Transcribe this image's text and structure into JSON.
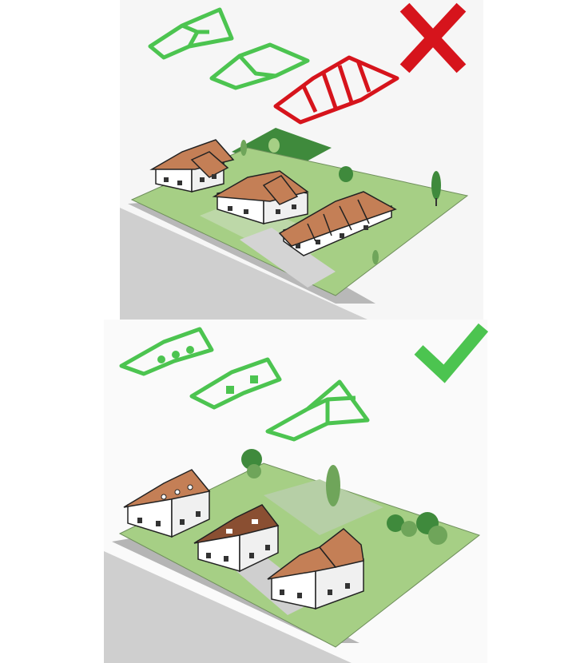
{
  "panels": [
    {
      "id": "incorrect-example",
      "verdict": "incorrect",
      "mark_icon": "cross-icon",
      "roof_icons": [
        "gable-roof-with-cross-gable-icon",
        "gable-roof-icon",
        "elongated-roof-with-many-gables-icon"
      ],
      "highlighted_roof": "elongated-roof-with-many-gables-icon"
    },
    {
      "id": "correct-example",
      "verdict": "correct",
      "mark_icon": "checkmark-icon",
      "roof_icons": [
        "roof-with-three-skylights-icon",
        "roof-with-two-skylights-icon",
        "gable-roof-with-cross-gable-icon"
      ]
    }
  ],
  "colors": {
    "correct": "#4cc450",
    "incorrect": "#d6141c",
    "roof": "#c47f56",
    "lawn": "#a6cf85",
    "lawn_dark": "#3f8a3c",
    "pavement": "#c4c4c4",
    "tree": "#3f8a3c",
    "outline": "#222222"
  }
}
